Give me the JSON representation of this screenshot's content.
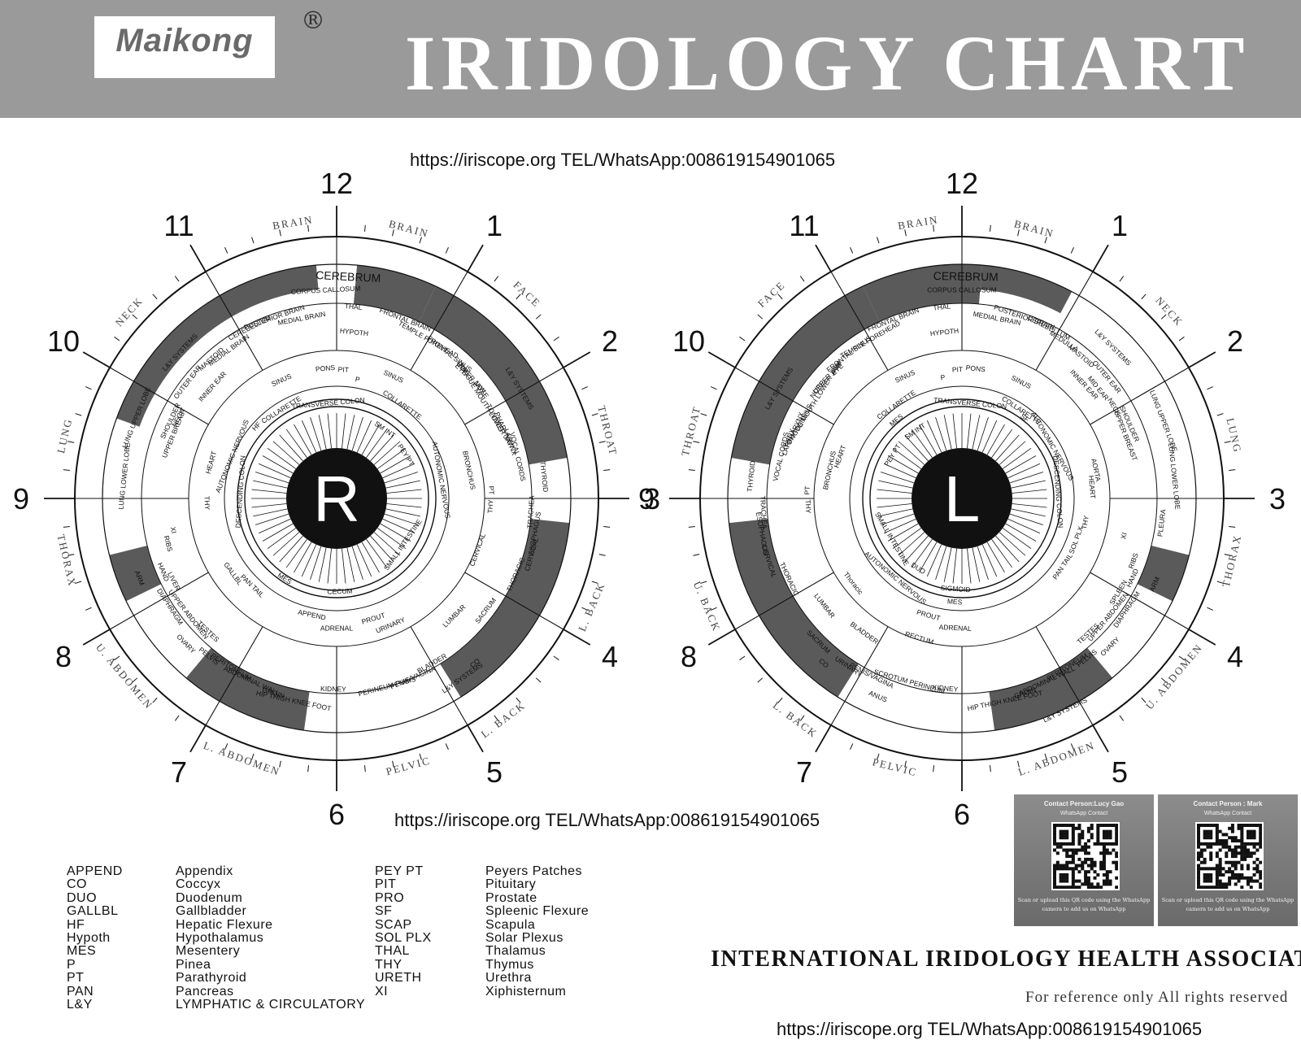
{
  "header": {
    "logo": "Maikong",
    "registered_mark": "®",
    "title": "IRIDOLOGY  CHART"
  },
  "contact": {
    "top": "https://iriscope.org TEL/WhatsApp:008619154901065",
    "middle": "https://iriscope.org TEL/WhatsApp:008619154901065",
    "bottom": "https://iriscope.org TEL/WhatsApp:008619154901065"
  },
  "clock_numbers": [
    "12",
    "1",
    "2",
    "3",
    "4",
    "5",
    "6",
    "7",
    "8",
    "9",
    "10",
    "11"
  ],
  "right_eye": {
    "letter": "R",
    "outer_labels": [
      {
        "text": "BRAIN",
        "angle": -9
      },
      {
        "text": "BRAIN",
        "angle": 15
      },
      {
        "text": "FACE",
        "angle": 43
      },
      {
        "text": "THROAT",
        "angle": 76
      },
      {
        "text": "L. BACK",
        "angle": 113
      },
      {
        "text": "L. BACK",
        "angle": 143
      },
      {
        "text": "PELVIC",
        "angle": 165
      },
      {
        "text": "L. ABDOMEN",
        "angle": -160
      },
      {
        "text": "U. ABDOMEN",
        "angle": -130
      },
      {
        "text": "THORAX",
        "angle": -103
      },
      {
        "text": "LUNG",
        "angle": -77
      },
      {
        "text": "NECK",
        "angle": -48
      }
    ],
    "zone_labels": [
      {
        "text": "CEREBRUM",
        "angle": 3,
        "r": 272
      },
      {
        "text": "CORPUS CALLOSUM",
        "angle": -3,
        "r": 256
      },
      {
        "text": "THAL",
        "angle": 5,
        "r": 236
      },
      {
        "text": "HYPOTH",
        "angle": 6,
        "r": 205
      },
      {
        "text": "MEDIAL BRAIN",
        "angle": -11,
        "r": 225
      },
      {
        "text": "POSTERIOR BRAIN",
        "angle": -19,
        "r": 235
      },
      {
        "text": "CEREBELLUM",
        "angle": -27,
        "r": 235
      },
      {
        "text": "MEDIAL BRAIN",
        "angle": -36,
        "r": 225
      },
      {
        "text": "MASTOID",
        "angle": -42,
        "r": 230
      },
      {
        "text": "L&Y SYSTEMS",
        "angle": -47,
        "r": 263
      },
      {
        "text": "OUTER EAR",
        "angle": -52,
        "r": 232
      },
      {
        "text": "INNER EAR",
        "angle": -48,
        "r": 205
      },
      {
        "text": "NECK",
        "angle": -63,
        "r": 218
      },
      {
        "text": "SINUS",
        "angle": -25,
        "r": 160
      },
      {
        "text": "COLLARETTE",
        "angle": -32,
        "r": 128
      },
      {
        "text": "PONS",
        "angle": -5,
        "r": 160
      },
      {
        "text": "PIT",
        "angle": 3,
        "r": 158
      },
      {
        "text": "P",
        "angle": 10,
        "r": 148
      },
      {
        "text": "FRONTAL BRAIN",
        "angle": 21,
        "r": 235
      },
      {
        "text": "TEMPLE FOREHEAD",
        "angle": 30,
        "r": 225
      },
      {
        "text": "FRONTAL SINUS",
        "angle": 38,
        "r": 225
      },
      {
        "text": "EYE",
        "angle": 44,
        "r": 220
      },
      {
        "text": "UPPER JAW",
        "angle": 48,
        "r": 222
      },
      {
        "text": "NOSE",
        "angle": 53,
        "r": 222
      },
      {
        "text": "TONGUE MOUTH LOWER JAW",
        "angle": 58,
        "r": 216
      },
      {
        "text": "TONSILS",
        "angle": 63,
        "r": 218
      },
      {
        "text": "PHARYNX",
        "angle": 67,
        "r": 222
      },
      {
        "text": "LARYNX",
        "angle": 72,
        "r": 224
      },
      {
        "text": "VOCAL CORDS",
        "angle": 77,
        "r": 228
      },
      {
        "text": "L&Y SYSTEMS",
        "angle": 59,
        "r": 262
      },
      {
        "text": "SINUS",
        "angle": 25,
        "r": 165
      },
      {
        "text": "COLLARETTE",
        "angle": 35,
        "r": 140
      },
      {
        "text": "THYROID",
        "angle": 84,
        "r": 256
      },
      {
        "text": "BRONCHUS",
        "angle": 78,
        "r": 166
      },
      {
        "text": "PT",
        "angle": 87,
        "r": 190
      },
      {
        "text": "THY",
        "angle": 93,
        "r": 190
      },
      {
        "text": "TRACHEA",
        "angle": 94,
        "r": 240
      },
      {
        "text": "ESOPHAGUS",
        "angle": 100,
        "r": 248
      },
      {
        "text": "CERVICAL",
        "angle": 106,
        "r": 250
      },
      {
        "text": "CERVICAL",
        "angle": 110,
        "r": 185
      },
      {
        "text": "THORACIC",
        "angle": 113,
        "r": 240
      },
      {
        "text": "SACRUM",
        "angle": 127,
        "r": 230
      },
      {
        "text": "LUMBAR",
        "angle": 135,
        "r": 205
      },
      {
        "text": "CO",
        "angle": 140,
        "r": 265
      },
      {
        "text": "L&Y SYSTEMS",
        "angle": 145,
        "r": 270
      },
      {
        "text": "BLADDER",
        "angle": 150,
        "r": 235
      },
      {
        "text": "PENIS/VAGINA",
        "angle": 157,
        "r": 240
      },
      {
        "text": "PERINEUM PUBIS",
        "angle": 165,
        "r": 240
      },
      {
        "text": "URINARY",
        "angle": 157,
        "r": 170
      },
      {
        "text": "PROUT",
        "angle": 163,
        "r": 155
      },
      {
        "text": "KIDNEY",
        "angle": -179,
        "r": 235
      },
      {
        "text": "ADRENAL",
        "angle": 180,
        "r": 160
      },
      {
        "text": "CECUM",
        "angle": 178,
        "r": 115
      },
      {
        "text": "APPEND",
        "angle": -168,
        "r": 147
      },
      {
        "text": "HIP THIGH KNEE FOOT",
        "angle": -168,
        "r": 255
      },
      {
        "text": "GROIN",
        "angle": -162,
        "r": 252
      },
      {
        "text": "ABDOMINAL WALL",
        "angle": -155,
        "r": 248
      },
      {
        "text": "PERITONEUM",
        "angle": -148,
        "r": 245
      },
      {
        "text": "PELVIS",
        "angle": -141,
        "r": 250
      },
      {
        "text": "TESTES",
        "angle": -136,
        "r": 228
      },
      {
        "text": "OVARY",
        "angle": -134,
        "r": 258
      },
      {
        "text": "UPPER ABDOMEN",
        "angle": -128,
        "r": 232
      },
      {
        "text": "DIAPHRAGM",
        "angle": -123,
        "r": 245
      },
      {
        "text": "LIVER",
        "angle": -117,
        "r": 225
      },
      {
        "text": "HAND",
        "angle": -113,
        "r": 232
      },
      {
        "text": "ARM",
        "angle": -112,
        "r": 262
      },
      {
        "text": "RIBS",
        "angle": -105,
        "r": 215
      },
      {
        "text": "XI",
        "angle": -101,
        "r": 205
      },
      {
        "text": "GALLBL",
        "angle": -126,
        "r": 158
      },
      {
        "text": "PAN TAIL",
        "angle": -136,
        "r": 150
      },
      {
        "text": "MES",
        "angle": -147,
        "r": 118
      },
      {
        "text": "THY",
        "angle": -92,
        "r": 160
      },
      {
        "text": "HEART",
        "angle": -74,
        "r": 160
      },
      {
        "text": "LUNG LOWER LOBE",
        "angle": -84,
        "r": 262
      },
      {
        "text": "LUNG UPPER LOBE",
        "angle": -68,
        "r": 265
      },
      {
        "text": "UPPER BREAST",
        "angle": -68,
        "r": 215
      },
      {
        "text": "SHOULDER",
        "angle": -65,
        "r": 225
      },
      {
        "text": "DESCENDING COLON",
        "angle": -86,
        "r": 118
      },
      {
        "text": "AUTONOMIC NERVOUS",
        "angle": -68,
        "r": 138
      },
      {
        "text": "HF",
        "angle": -48,
        "r": 132
      },
      {
        "text": "TRANSVERSE COLON",
        "angle": -5,
        "r": 117
      },
      {
        "text": "SM INT",
        "angle": 35,
        "r": 103
      },
      {
        "text": "PEY PT",
        "angle": 58,
        "r": 100
      },
      {
        "text": "AUTONOMIC NERVOUS",
        "angle": 80,
        "r": 130
      },
      {
        "text": "SMALL INTESTINE",
        "angle": 125,
        "r": 100
      }
    ]
  },
  "left_eye": {
    "letter": "L",
    "outer_labels": [
      {
        "text": "BRAIN",
        "angle": -9
      },
      {
        "text": "BRAIN",
        "angle": 15
      },
      {
        "text": "NECK",
        "angle": 48
      },
      {
        "text": "LUNG",
        "angle": 77
      },
      {
        "text": "THORAX",
        "angle": 103
      },
      {
        "text": "U. ABDOMEN",
        "angle": 130
      },
      {
        "text": "L. ABDOMEN",
        "angle": 160
      },
      {
        "text": "PELVIC",
        "angle": -166
      },
      {
        "text": "L. BACK",
        "angle": -143
      },
      {
        "text": "U. BACK",
        "angle": -113
      },
      {
        "text": "THROAT",
        "angle": -76
      },
      {
        "text": "FACE",
        "angle": -43
      }
    ],
    "zone_labels": [
      {
        "text": "CEREBRUM",
        "angle": 1,
        "r": 272
      },
      {
        "text": "CORPUS CALLOSUM",
        "angle": 0,
        "r": 256
      },
      {
        "text": "THAL",
        "angle": -6,
        "r": 236
      },
      {
        "text": "HYPOTH",
        "angle": -6,
        "r": 205
      },
      {
        "text": "FRONTAL BRAIN",
        "angle": -21,
        "r": 235
      },
      {
        "text": "TEMPLE FOREHEAD",
        "angle": -30,
        "r": 225
      },
      {
        "text": "FRONTAL SINUS",
        "angle": -38,
        "r": 225
      },
      {
        "text": "EYE",
        "angle": -44,
        "r": 220
      },
      {
        "text": "UPPER JAW",
        "angle": -48,
        "r": 222
      },
      {
        "text": "NOSE",
        "angle": -53,
        "r": 222
      },
      {
        "text": "TONGUE MOUTH LOWER JAW",
        "angle": -58,
        "r": 216
      },
      {
        "text": "TONSILS",
        "angle": -63,
        "r": 218
      },
      {
        "text": "PHARYNX",
        "angle": -67,
        "r": 222
      },
      {
        "text": "LARYNX",
        "angle": -72,
        "r": 224
      },
      {
        "text": "VOCAL CORDS",
        "angle": -77,
        "r": 228
      },
      {
        "text": "L&Y SYSTEMS",
        "angle": -59,
        "r": 262
      },
      {
        "text": "SINUS",
        "angle": -25,
        "r": 165
      },
      {
        "text": "COLLARETTE",
        "angle": -35,
        "r": 140
      },
      {
        "text": "P",
        "angle": -9,
        "r": 150
      },
      {
        "text": "PIT",
        "angle": -2,
        "r": 158
      },
      {
        "text": "PONS",
        "angle": 6,
        "r": 160
      },
      {
        "text": "MEDIAL BRAIN",
        "angle": 11,
        "r": 225
      },
      {
        "text": "POSTERIOR BRAIN",
        "angle": 19,
        "r": 235
      },
      {
        "text": "CEREBELLUM",
        "angle": 27,
        "r": 235
      },
      {
        "text": "MEDULLA",
        "angle": 33,
        "r": 230
      },
      {
        "text": "MASTOID",
        "angle": 40,
        "r": 228
      },
      {
        "text": "L&Y SYSTEMS",
        "angle": 45,
        "r": 262
      },
      {
        "text": "OUTER EAR",
        "angle": 50,
        "r": 232
      },
      {
        "text": "INNER EAR",
        "angle": 47,
        "r": 205
      },
      {
        "text": "MID EAR",
        "angle": 51,
        "r": 215
      },
      {
        "text": "NECK",
        "angle": 59,
        "r": 218
      },
      {
        "text": "SINUS",
        "angle": 27,
        "r": 160
      },
      {
        "text": "COLLARETTE",
        "angle": 34,
        "r": 130
      },
      {
        "text": "SHOULDER",
        "angle": 66,
        "r": 225
      },
      {
        "text": "UPPER BREAST",
        "angle": 69,
        "r": 215
      },
      {
        "text": "LUNG UPPER LOBE",
        "angle": 69,
        "r": 265
      },
      {
        "text": "LUNG LOWER LOBE",
        "angle": 84,
        "r": 262
      },
      {
        "text": "AORTA",
        "angle": 78,
        "r": 168
      },
      {
        "text": "HEART",
        "angle": 85,
        "r": 160
      },
      {
        "text": "PLEURA",
        "angle": 97,
        "r": 248
      },
      {
        "text": "THY",
        "angle": 101,
        "r": 155
      },
      {
        "text": "SOL PLX",
        "angle": 110,
        "r": 150
      },
      {
        "text": "XI",
        "angle": 103,
        "r": 205
      },
      {
        "text": "RIBS",
        "angle": 110,
        "r": 225
      },
      {
        "text": "ARM",
        "angle": 114,
        "r": 260
      },
      {
        "text": "HAND",
        "angle": 115,
        "r": 232
      },
      {
        "text": "SPLEEN",
        "angle": 121,
        "r": 225
      },
      {
        "text": "PAN TAIL",
        "angle": 124,
        "r": 150
      },
      {
        "text": "DIAPHRAGM",
        "angle": 124,
        "r": 245
      },
      {
        "text": "UPPER ABDOMEN",
        "angle": 129,
        "r": 232
      },
      {
        "text": "TESTES",
        "angle": 137,
        "r": 228
      },
      {
        "text": "OVARY",
        "angle": 135,
        "r": 258
      },
      {
        "text": "PELVIS",
        "angle": 142,
        "r": 250
      },
      {
        "text": "PERITONEUM",
        "angle": 148,
        "r": 245
      },
      {
        "text": "ABDOMINAL WALL",
        "angle": 155,
        "r": 248
      },
      {
        "text": "GROIN",
        "angle": 162,
        "r": 252
      },
      {
        "text": "HIP THIGH KNEE FOOT",
        "angle": 168,
        "r": 255
      },
      {
        "text": "L&Y SYSTEMS",
        "angle": 154,
        "r": 290
      },
      {
        "text": "KIDNEY",
        "angle": -175,
        "r": 235
      },
      {
        "text": "ADRENAL",
        "angle": -177,
        "r": 160
      },
      {
        "text": "MES",
        "angle": -176,
        "r": 128
      },
      {
        "text": "SIGMOID",
        "angle": -176,
        "r": 112
      },
      {
        "text": "SCROTUM PERINEUM",
        "angle": -164,
        "r": 235
      },
      {
        "text": "RECTUM",
        "angle": -163,
        "r": 180
      },
      {
        "text": "PROUT",
        "angle": -164,
        "r": 150
      },
      {
        "text": "ANUS",
        "angle": -157,
        "r": 265
      },
      {
        "text": "PENIS/VAGINA",
        "angle": -153,
        "r": 245
      },
      {
        "text": "URINARY",
        "angle": -146,
        "r": 250
      },
      {
        "text": "BLADDER",
        "angle": -144,
        "r": 205
      },
      {
        "text": "CO",
        "angle": -140,
        "r": 265
      },
      {
        "text": "SACRUM",
        "angle": -135,
        "r": 250
      },
      {
        "text": "LUMBAR",
        "angle": -128,
        "r": 215
      },
      {
        "text": "Thoracic",
        "angle": -128,
        "r": 170
      },
      {
        "text": "THORACIC",
        "angle": -115,
        "r": 235
      },
      {
        "text": "CERVICAL",
        "angle": -108,
        "r": 250
      },
      {
        "text": "ESOPHAGUS",
        "angle": -100,
        "r": 250
      },
      {
        "text": "TRACHEA",
        "angle": -94,
        "r": 245
      },
      {
        "text": "THY",
        "angle": -93,
        "r": 190
      },
      {
        "text": "PT",
        "angle": -87,
        "r": 190
      },
      {
        "text": "THYROID",
        "angle": -84,
        "r": 260
      },
      {
        "text": "BRONCHUS",
        "angle": -78,
        "r": 166
      },
      {
        "text": "HEART",
        "angle": -71,
        "r": 158
      },
      {
        "text": "MES",
        "angle": -40,
        "r": 125
      },
      {
        "text": "TRANSVERSE COLON",
        "angle": 5,
        "r": 117
      },
      {
        "text": "SF",
        "angle": 38,
        "r": 125
      },
      {
        "text": "SM INT",
        "angle": -35,
        "r": 100
      },
      {
        "text": "PEY PT",
        "angle": -58,
        "r": 100
      },
      {
        "text": "AUTONOMIC NERVOUS",
        "angle": 60,
        "r": 128
      },
      {
        "text": "DESCENDING COLON",
        "angle": 86,
        "r": 118
      },
      {
        "text": "SMALL INTESTINE",
        "angle": -120,
        "r": 100
      },
      {
        "text": "AUTONOMIC NERVOUS",
        "angle": -140,
        "r": 128
      },
      {
        "text": "DUO",
        "angle": -148,
        "r": 102
      }
    ]
  },
  "legend": {
    "abbrev_1": [
      "APPEND",
      "CO",
      "DUO",
      "GALLBL",
      "HF",
      "Hypoth",
      "MES",
      "P",
      "PT",
      "PAN",
      "L&Y"
    ],
    "meaning_1": [
      "Appendix",
      "Coccyx",
      "Duodenum",
      "Gallbladder",
      "Hepatic Flexure",
      "Hypothalamus",
      "Mesentery",
      "Pinea",
      "Parathyroid",
      "Pancreas",
      "LYMPHATIC & CIRCULATORY"
    ],
    "abbrev_2": [
      "PEY PT",
      "PIT",
      "PRO",
      "SF",
      "SCAP",
      "SOL PLX",
      "THAL",
      "THY",
      "URETH",
      "XI"
    ],
    "meaning_2": [
      "Peyers Patches",
      "Pituitary",
      "Prostate",
      "Spleenic Flexure",
      "Scapula",
      "Solar Plexus",
      "Thalamus",
      "Thymus",
      "Urethra",
      "Xiphisternum"
    ]
  },
  "qr_cards": [
    {
      "title": "Contact Person:Lucy Gao",
      "subtitle": "WhatsApp Contact",
      "note": "Scan or upload this QR code using the WhatsApp camera to add us on WhatsApp"
    },
    {
      "title": "Contact Person : Mark",
      "subtitle": "WhatsApp Contact",
      "note": "Scan or upload this QR code using the WhatsApp camera to add us on WhatsApp"
    }
  ],
  "footer": {
    "association": "INTERNATIONAL IRIDOLOGY HEALTH ASSOCIATION",
    "disclaimer": "For reference only All rights reserved"
  },
  "colors": {
    "header_bg": "#9a9a9a",
    "zone_dark": "#5a5a5a",
    "pupil": "#111111",
    "ink": "#111111"
  }
}
